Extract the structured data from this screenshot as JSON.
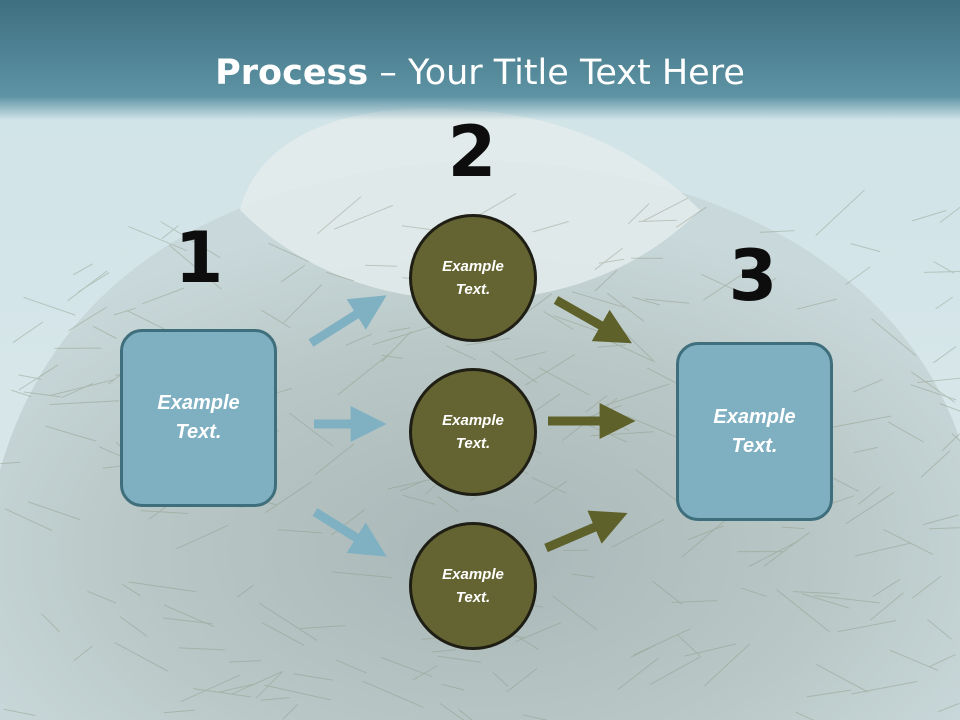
{
  "title": {
    "bold": "Process",
    "rest": " – Your Title Text Here"
  },
  "steps": [
    {
      "number": "1",
      "label": "Example Text."
    },
    {
      "number": "2",
      "labels": [
        "Example Text.",
        "Example Text.",
        "Example Text."
      ]
    },
    {
      "number": "3",
      "label": "Example Text."
    }
  ],
  "colors": {
    "header": "#3e6f80",
    "box_fill": "#7eb0c2",
    "box_border": "#3f6e7c",
    "circle_fill": "#646432",
    "blue_arrow": "#7fb1c3",
    "olive_arrow": "#5e6129"
  },
  "icons": {
    "arrow": "arrow-icon"
  }
}
